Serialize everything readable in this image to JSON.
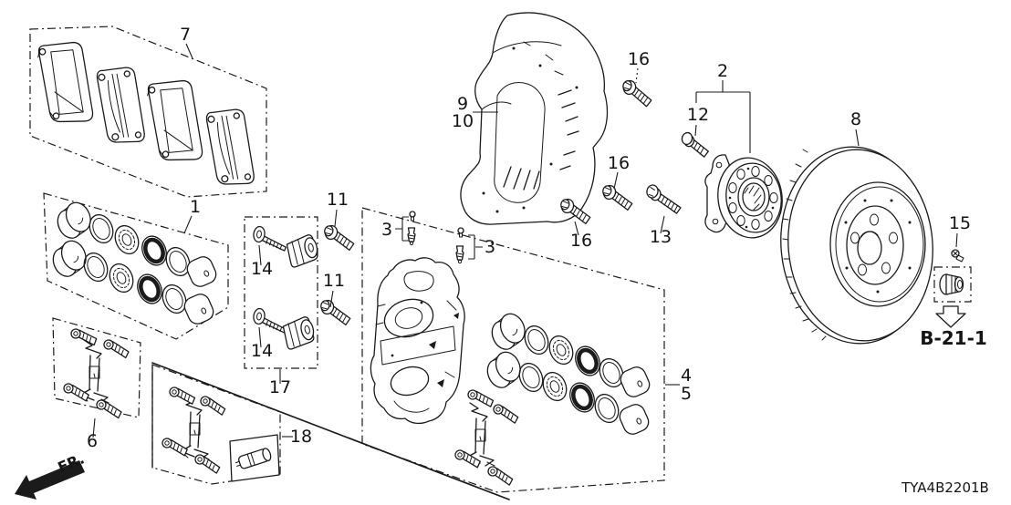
{
  "diagram": {
    "code": "TYA4B2201B",
    "direction_label": "FR.",
    "reference": "B-21-1"
  },
  "callouts": {
    "1": "1",
    "2": "2",
    "3": "3",
    "4": "4",
    "5": "5",
    "6": "6",
    "7": "7",
    "8": "8",
    "9": "9",
    "10": "10",
    "11": "11",
    "12": "12",
    "13": "13",
    "14": "14",
    "15": "15",
    "16": "16",
    "17": "17",
    "18": "18"
  },
  "icons": {
    "fr_arrow": "fr-direction-arrow",
    "reference_arrow": "block-down-arrow"
  },
  "colors": {
    "line": "#1b1b1b",
    "background": "#ffffff"
  }
}
